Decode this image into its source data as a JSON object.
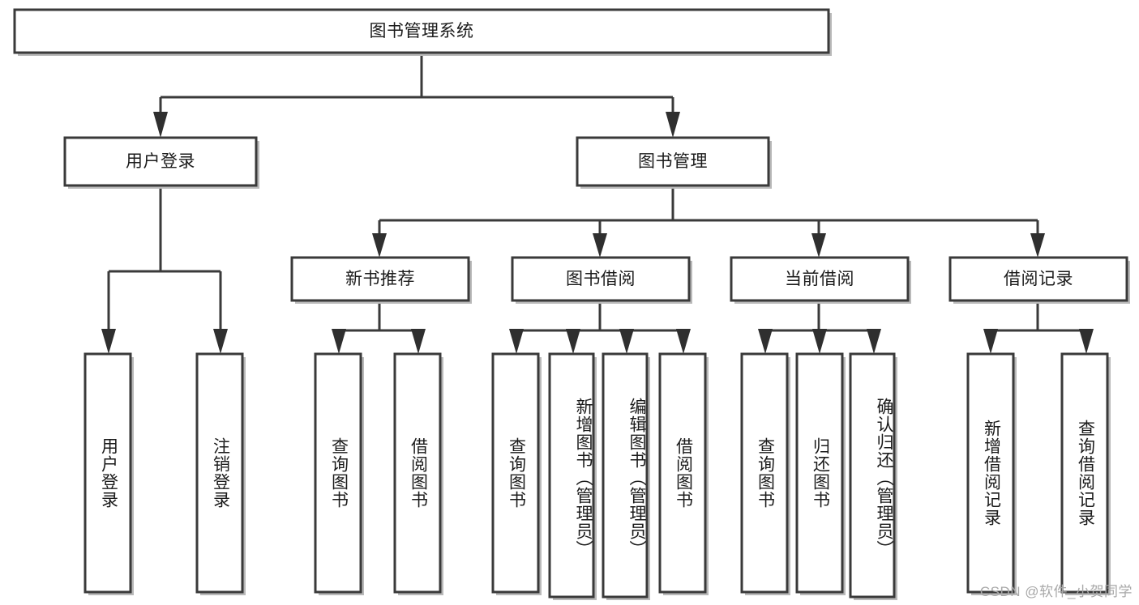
{
  "diagram": {
    "type": "hierarchy-tree",
    "title": "图书管理系统",
    "root": {
      "id": "root",
      "label": "图书管理系统"
    },
    "level2": [
      {
        "id": "user-login",
        "label": "用户登录"
      },
      {
        "id": "book-manage",
        "label": "图书管理"
      }
    ],
    "level3": [
      {
        "id": "new-book-recommend",
        "label": "新书推荐",
        "parent": "book-manage"
      },
      {
        "id": "book-borrow",
        "label": "图书借阅",
        "parent": "book-manage"
      },
      {
        "id": "current-borrow",
        "label": "当前借阅",
        "parent": "book-manage"
      },
      {
        "id": "borrow-record",
        "label": "借阅记录",
        "parent": "book-manage"
      }
    ],
    "leaves": {
      "user_login": [
        {
          "id": "leaf-user-login",
          "label": "用户登录"
        },
        {
          "id": "leaf-logout",
          "label": "注销登录"
        }
      ],
      "new_book_recommend": [
        {
          "id": "leaf-query-book-1",
          "label": "查询图书"
        },
        {
          "id": "leaf-borrow-book-1",
          "label": "借阅图书"
        }
      ],
      "book_borrow": [
        {
          "id": "leaf-query-book-2",
          "label": "查询图书"
        },
        {
          "id": "leaf-add-book",
          "label": "新增图书（管理员）"
        },
        {
          "id": "leaf-edit-book",
          "label": "编辑图书（管理员）"
        },
        {
          "id": "leaf-borrow-book-2",
          "label": "借阅图书"
        }
      ],
      "current_borrow": [
        {
          "id": "leaf-query-book-3",
          "label": "查询图书"
        },
        {
          "id": "leaf-return-book",
          "label": "归还图书"
        },
        {
          "id": "leaf-confirm-return",
          "label": "确认归还（管理员）"
        }
      ],
      "borrow_record": [
        {
          "id": "leaf-add-record",
          "label": "新增借阅记录"
        },
        {
          "id": "leaf-query-record",
          "label": "查询借阅记录"
        }
      ]
    }
  },
  "watermark": {
    "text": "CSDN @软件_小贺同学"
  },
  "colors": {
    "box_stroke": "#3a3a3a",
    "box_fill": "#ffffff",
    "connector": "#3a3a3a",
    "text": "#1b1b1b",
    "watermark": "#a8a8a8",
    "background": "#ffffff"
  }
}
